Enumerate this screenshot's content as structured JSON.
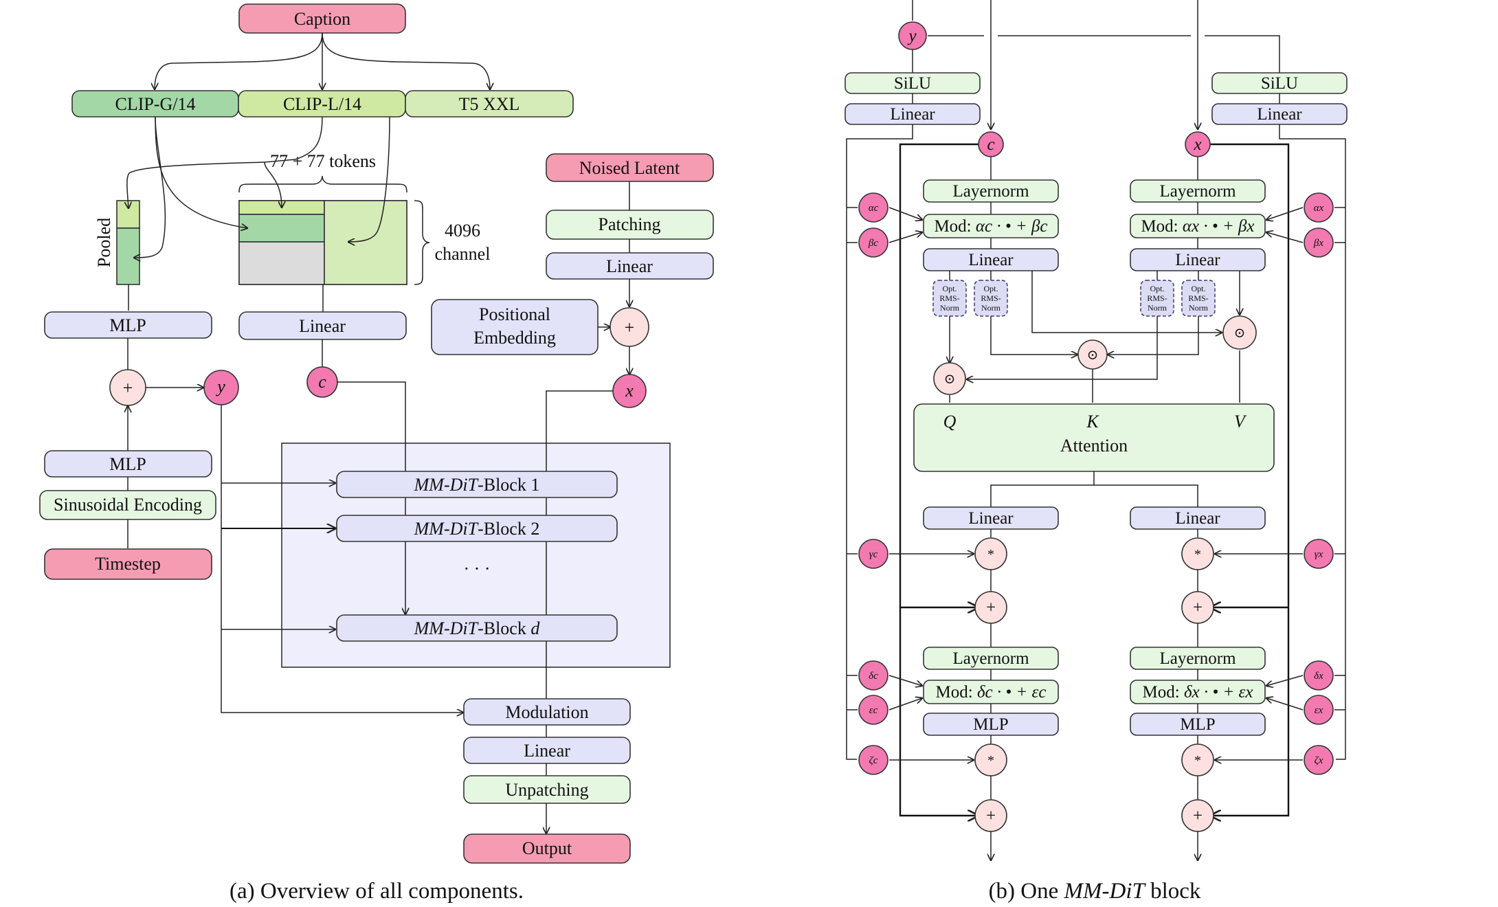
{
  "a": {
    "caption": "Caption",
    "clip_g": "CLIP-G/14",
    "clip_l": "CLIP-L/14",
    "t5": "T5 XXL",
    "tokens": "77 + 77 tokens",
    "pooled": "Pooled",
    "channel_num": "4096",
    "channel_word": "channel",
    "noised_latent": "Noised Latent",
    "patching": "Patching",
    "linear": "Linear",
    "pos_emb_1": "Positional",
    "pos_emb_2": "Embedding",
    "plus": "+",
    "mlp": "MLP",
    "y": "y",
    "c": "c",
    "x": "x",
    "sinusoidal": "Sinusoidal Encoding",
    "timestep": "Timestep",
    "block_name": "MM-DiT",
    "block1_suffix": "-Block 1",
    "block2_suffix": "-Block 2",
    "blockd_suffix": "-Block ",
    "blockd_var": "d",
    "ellipsis": "· · ·",
    "modulation": "Modulation",
    "unpatching": "Unpatching",
    "output": "Output",
    "caption_text": "(a) Overview of all components."
  },
  "b": {
    "y": "y",
    "c": "c",
    "x": "x",
    "silu": "SiLU",
    "linear": "Linear",
    "layernorm": "Layernorm",
    "mod_label": "Mod:",
    "mod_c1": "αc · • + βc",
    "mod_x1": "αx · • + βx",
    "mod_c2": "δc · • + εc",
    "mod_x2": "δx · • + εx",
    "opt_1": "Opt.",
    "opt_2": "RMS-",
    "opt_3": "Norm",
    "odot": "⊙",
    "q": "Q",
    "k": "K",
    "v": "V",
    "attention": "Attention",
    "star": "*",
    "plus": "+",
    "mlp": "MLP",
    "alpha_c": "αc",
    "beta_c": "βc",
    "gamma_c": "γc",
    "delta_c": "δc",
    "eps_c": "εc",
    "zeta_c": "ζc",
    "alpha_x": "αx",
    "beta_x": "βx",
    "gamma_x": "γx",
    "delta_x": "δx",
    "eps_x": "εx",
    "zeta_x": "ζx",
    "caption_prefix": "(b) One ",
    "caption_italic": "MM-DiT",
    "caption_suffix": " block"
  },
  "colors": {
    "input_pink": "#f59cb3",
    "linear_lavender": "#e2e3f8",
    "mint": "#e5f7e1",
    "clip_g_green": "#a3d8a6",
    "clip_l_lime": "#cfe9a2",
    "t5_green": "#d5ecb8",
    "variable_dot": "#f27ab0",
    "operator_circle": "#fde1e1",
    "block_region": "#eeeefc"
  }
}
